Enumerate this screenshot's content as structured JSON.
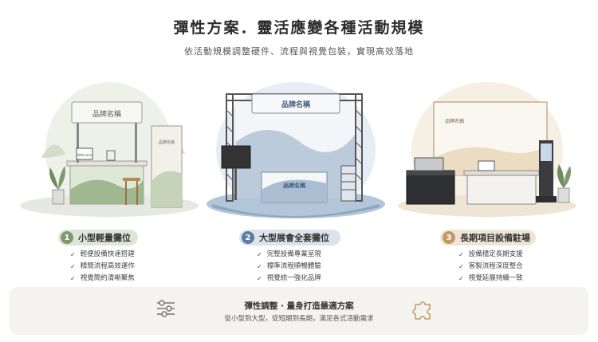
{
  "title": "彈性方案．靈活應變各種活動規模",
  "subtitle": "依活動規模調整硬件、流程與視覺包裝，實現高效落地",
  "booth_sign": "品牌名稱",
  "booth1_screen": "Welcome",
  "sections": [
    {
      "num": "1",
      "label": "小型輕量攤位",
      "items": [
        "輕便設備快速搭建",
        "精簡流程高效運作",
        "視覺簡約清晰聚焦"
      ]
    },
    {
      "num": "2",
      "label": "大型展會全套攤位",
      "items": [
        "完整設備專業呈現",
        "標準流程順暢體驗",
        "視覺統一強化品牌"
      ]
    },
    {
      "num": "3",
      "label": "長期項目設備駐場",
      "items": [
        "設備穩定長期支援",
        "客製流程深度整合",
        "視覺延展持續一致"
      ]
    }
  ],
  "banner": {
    "title": "彈性調整 · 量身打造最適方案",
    "subtitle": "從小型到大型，從短期到長期，滿足各式活動需求",
    "left_icon": "sliders-icon",
    "right_icon": "puzzle-icon"
  },
  "colors": {
    "green": "#7d9a6d",
    "blue": "#5d7d9e",
    "gold": "#c09a63"
  }
}
